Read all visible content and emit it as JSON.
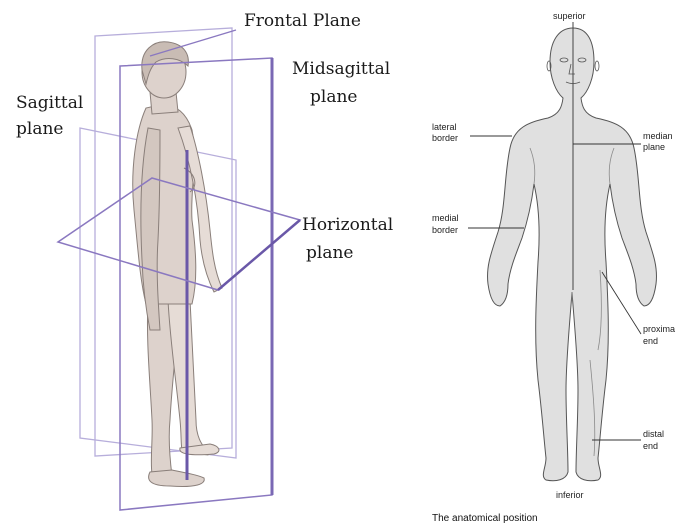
{
  "left_figure": {
    "frontal_label": "Frontal Plane",
    "midsagittal_label": [
      "Midsagittal",
      "plane"
    ],
    "sagittal_label": [
      "Sagittal",
      "plane"
    ],
    "horizontal_label": [
      "Horizontal",
      "plane"
    ]
  },
  "right_figure": {
    "superior": "superior",
    "lateral_border": [
      "lateral",
      "border"
    ],
    "median_plane": [
      "median",
      "plane"
    ],
    "medial_border": [
      "medial",
      "border"
    ],
    "proximal_end": [
      "proxima",
      "end"
    ],
    "distal_end": [
      "distal",
      "end"
    ],
    "inferior": "inferior",
    "caption": "The anatomical position"
  },
  "colors": {
    "plane_purple": "#7a68b4",
    "plane_light": "#b7aedb",
    "skin": "#ddd2cc",
    "body_gray": "#e0e0e0",
    "outline": "#555555"
  }
}
